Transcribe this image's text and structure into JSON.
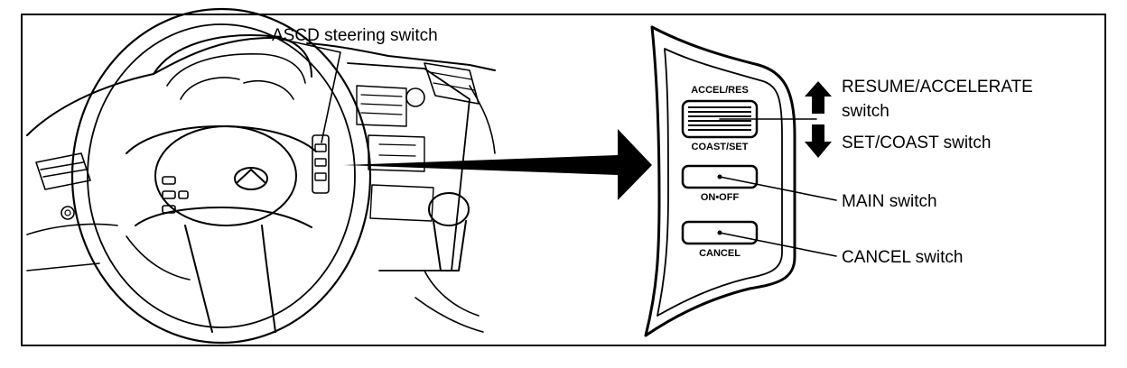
{
  "callouts": {
    "steering_switch": "ASCD steering switch",
    "resume_line1": "RESUME/ACCELERATE",
    "resume_line2": "switch",
    "set_coast": "SET/COAST switch",
    "main": "MAIN switch",
    "cancel": "CANCEL switch"
  },
  "buttons": {
    "accel_res": "ACCEL/RES",
    "coast_set": "COAST/SET",
    "on_off": "ON•OFF",
    "cancel": "CANCEL"
  }
}
